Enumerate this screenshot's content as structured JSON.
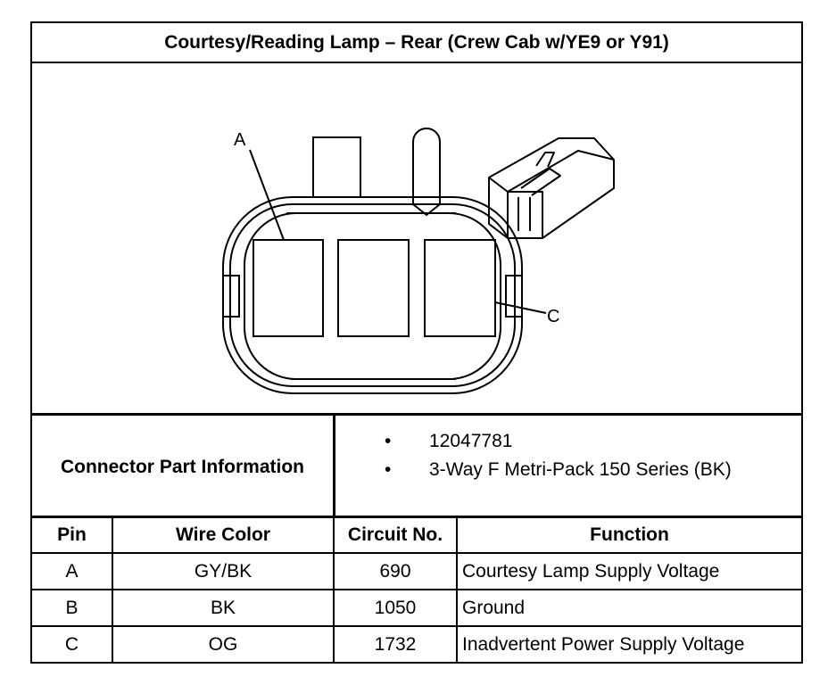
{
  "title": "Courtesy/Reading Lamp – Rear (Crew Cab w/YE9 or Y91)",
  "diagram": {
    "callout_a": "A",
    "callout_c": "C"
  },
  "connector_info": {
    "label": "Connector Part Information",
    "items": [
      "12047781",
      "3-Way F Metri-Pack 150 Series (BK)"
    ],
    "bullet": "•"
  },
  "pin_table": {
    "headers": [
      "Pin",
      "Wire Color",
      "Circuit No.",
      "Function"
    ],
    "rows": [
      [
        "A",
        "GY/BK",
        "690",
        "Courtesy Lamp Supply Voltage"
      ],
      [
        "B",
        "BK",
        "1050",
        "Ground"
      ],
      [
        "C",
        "OG",
        "1732",
        "Inadvertent Power Supply Voltage"
      ]
    ]
  }
}
